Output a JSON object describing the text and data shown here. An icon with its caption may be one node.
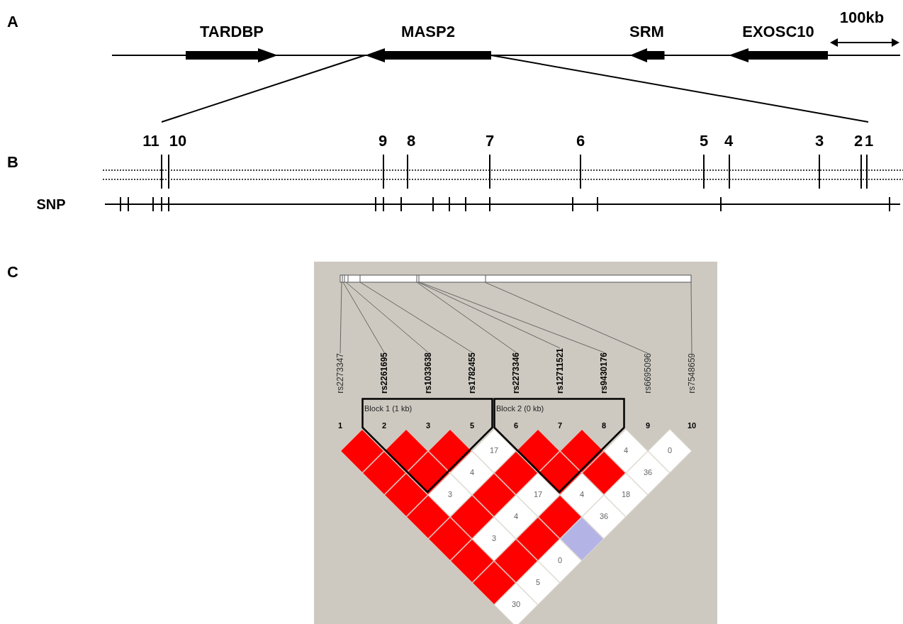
{
  "diagram": {
    "nodes": [
      {
        "text": [
          "TARDBP"
        ]
      },
      {
        "text": [
          "MASP2"
        ]
      },
      {
        "text": [
          "SRM"
        ]
      },
      {
        "text": [
          "EXOSC10"
        ]
      },
      {
        "text": [
          "rs2273347"
        ]
      },
      {
        "text": [
          "rs2261695"
        ]
      },
      {
        "text": [
          "rs1033638"
        ]
      },
      {
        "text": [
          "rs1782455"
        ]
      },
      {
        "text": [
          "rs2273346"
        ]
      },
      {
        "text": [
          "rs12711521"
        ]
      },
      {
        "text": [
          "rs9430176"
        ]
      },
      {
        "text": [
          "rs6695096"
        ]
      },
      {
        "text": [
          "rs7548659"
        ]
      },
      {
        "text": [
          "Block 1 (1 kb)"
        ]
      },
      {
        "text": [
          "Block 2 (0 kb)"
        ]
      }
    ],
    "edges": [
      {
        "from": 1,
        "to": null,
        "arrow": "none",
        "color": "#000000"
      },
      {
        "from": 1,
        "to": null,
        "arrow": "none",
        "color": "#000000"
      },
      {
        "from": 4,
        "to": null,
        "arrow": "none"
      },
      {
        "from": 5,
        "to": null,
        "arrow": "none"
      },
      {
        "from": 6,
        "to": null,
        "arrow": "none"
      },
      {
        "from": 7,
        "to": null,
        "arrow": "none"
      },
      {
        "from": 8,
        "to": null,
        "arrow": "none"
      },
      {
        "from": 9,
        "to": null,
        "arrow": "none"
      },
      {
        "from": 10,
        "to": null,
        "arrow": "none"
      },
      {
        "from": 11,
        "to": null,
        "arrow": "none"
      },
      {
        "from": 12,
        "to": null,
        "arrow": "none"
      }
    ],
    "labels": [
      "A",
      "100kb",
      "11",
      "10",
      "9",
      "8",
      "7",
      "6",
      "5",
      "4",
      "3",
      "2",
      "1",
      "B",
      "SNP",
      "C",
      "1",
      "2",
      "3",
      "5",
      "6",
      "7",
      "8",
      "9",
      "10",
      "17",
      "4",
      "0",
      "4",
      "36",
      "3",
      "17",
      "4",
      "18",
      "4",
      "36",
      "3",
      "0",
      "5",
      "30"
    ]
  }
}
